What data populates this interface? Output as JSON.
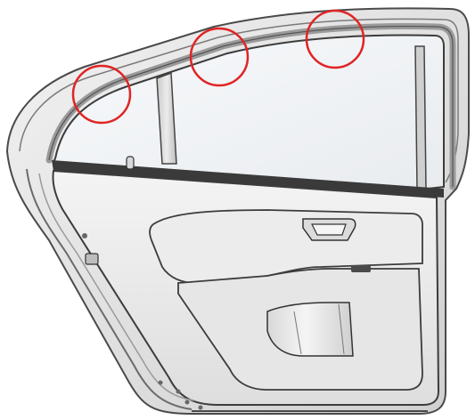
{
  "figure": {
    "subject": "rear-door-inner-side",
    "highlight_color": "#e02424",
    "highlights": [
      {
        "id": "highlight-front-seal"
      },
      {
        "id": "highlight-middle-seal"
      },
      {
        "id": "highlight-rear-seal"
      }
    ]
  }
}
